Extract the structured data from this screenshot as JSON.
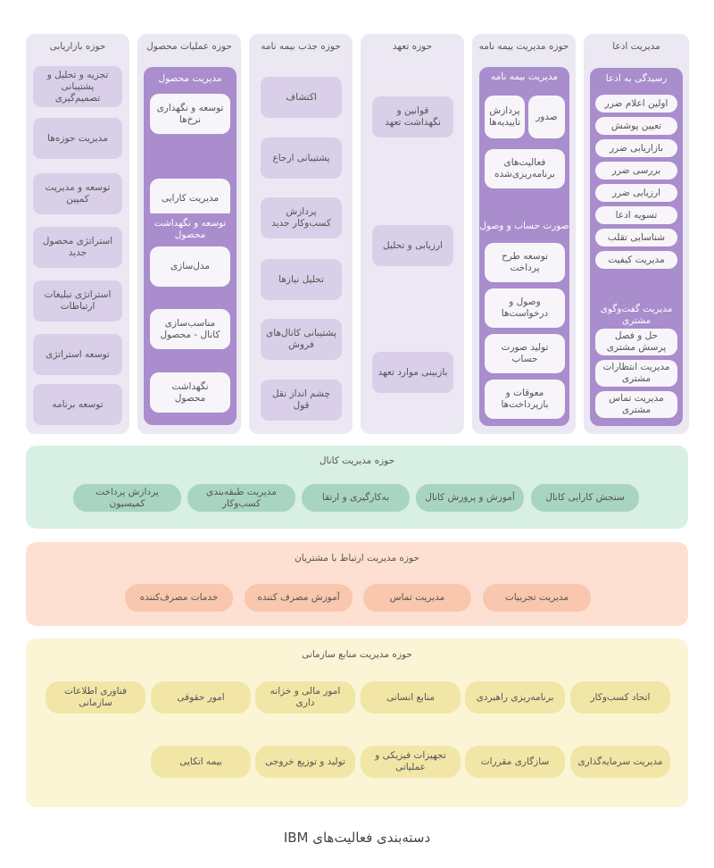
{
  "columns": {
    "claims": {
      "title": "مدیریت ادعا",
      "claim_handling": {
        "title": "رسیدگی به ادعا",
        "items": [
          "اولین اعلام ضرر",
          "تعیین پوشش",
          "بازاریابی ضرر",
          "بررسی ضرر",
          "ارزیابی ضرر",
          "تسویه ادعا",
          "شناسایی تقلب",
          "مدیریت کیفیت"
        ]
      },
      "customer_dialogue": {
        "title": "مدیریت گفت‌وگوی مشتری",
        "items": [
          "حل و فصل پرسش مشتری",
          "مدیریت انتظارات مشتری",
          "مدیریت تماس مشتری"
        ]
      }
    },
    "policy": {
      "title": "حوزه مدیریت بیمه نامه",
      "policy_management": {
        "title": "مدیریت بیمه نامه",
        "items": [
          "پردازش تاییدیه‌ها",
          "صدور",
          "فعالیت‌های برنامه‌ریزی‌شده"
        ]
      },
      "billing": {
        "title": "صورت حساب و وصول",
        "items": [
          "توسعه طرح پرداخت",
          "وصول و درخواست‌ها",
          "تولید صورت حساب",
          "معوقات و بازپرداخت‌ها"
        ]
      }
    },
    "underwriting": {
      "title": "حوزه تعهد",
      "items": [
        "قوانین و نگهداشت تعهد",
        "ارزیابی و تحلیل",
        "بازبینی موارد تعهد"
      ]
    },
    "acquisition": {
      "title": "حوزه جذب بیمه نامه",
      "items": [
        "اکتشاف",
        "پشتیبانی ارجاع",
        "پردازش کسب‌وکار جدید",
        "تحلیل نیازها",
        "پشتیبانی کانال‌های فروش",
        "چشم انداز نقل قول"
      ]
    },
    "product": {
      "title": "حوزه عملیات محصول",
      "product_management": {
        "title": "مدیریت محصول",
        "items": [
          "توسعه و نگهداری نرخ‌ها",
          "مدیریت کارایی"
        ]
      },
      "product_dev": {
        "title": "توسعه و نگهداشت محصول",
        "items": [
          "مدل‌سازی",
          "مناسب‌سازی کانال - محصول",
          "نگهداشت محصول"
        ]
      }
    },
    "marketing": {
      "title": "حوزه بازاریابی",
      "items": [
        "تجزیه و تحلیل و پشتیبانی تصمیم‌گیری",
        "مدیریت حوزه‌ها",
        "توسعه و مدیریت کمپین",
        "استراتژی محصول جدید",
        "استراتژی تبلیغات ارتباطات",
        "توسعه استراتژی",
        "توسعه برنامه"
      ]
    }
  },
  "channel": {
    "title": "حوزه مدیریت کانال",
    "items": [
      "سنجش کارایی کانال",
      "آموزش و پرورش کانال",
      "به‌کارگیری و ارتقا",
      "مدیریت طبقه‌بندی کسب‌و‌کار",
      "پردازش پرداخت کمیسیون"
    ]
  },
  "crm": {
    "title": "حوزه مدیریت ارتباط با مشتریان",
    "items": [
      "مدیریت تجربیات",
      "مدیریت تماس",
      "آموزش مصرف کننده",
      "خدمات مصرف‌کننده"
    ]
  },
  "resources": {
    "title": "حوزه مدیریت منابع سازمانی",
    "row1": [
      "اتحاد کسب‌و‌کار",
      "برنامه‌ریزی راهبردی",
      "منابع انسانی",
      "امور مالی و خزانه داری",
      "امور حقوقی",
      "فناوری اطلاعات سازمانی"
    ],
    "row2": [
      "مدیریت سرمایه‌گذاری",
      "سازگاری مقررات",
      "تجهیزات فیزیکی و عملیاتی",
      "تولید و توزیع خروجی",
      "بیمه اتکایی"
    ]
  },
  "caption": "دسته‌بندی فعالیت‌های IBM",
  "colors": {
    "column_bg": "#ece8f3",
    "lavender_box": "#d9cfe8",
    "purple_group": "#a98dcc",
    "channel_band": "#d8efe3",
    "channel_pill": "#a7d5c1",
    "crm_band": "#fde0d2",
    "crm_pill": "#f9c7ad",
    "resources_band": "#fbf5d6",
    "resources_pill": "#f1e6a6"
  }
}
